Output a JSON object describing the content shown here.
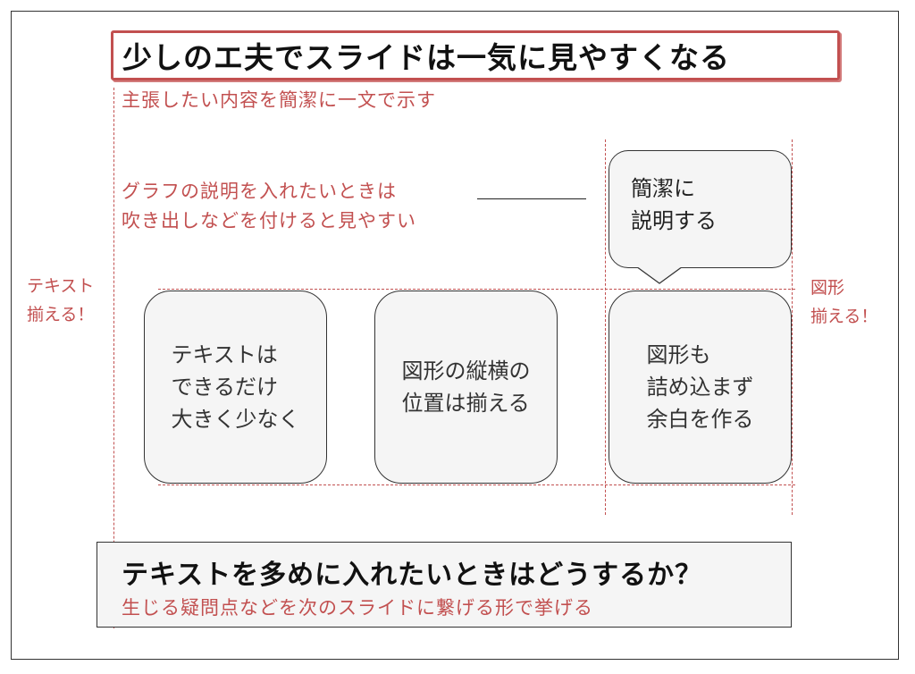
{
  "title": "少しのエ夫でスライドは一気に見やすくなる",
  "subtitle": "主張したい内容を簡潔に一文で示す",
  "graph_note": {
    "line1": "グラフの説明を入れたいときは",
    "line2": "吹き出しなどを付けると見やすい"
  },
  "side_left": {
    "line1": "テキスト",
    "line2": "揃える！"
  },
  "side_right": {
    "line1": "図形",
    "line2": "揃える！"
  },
  "bubble": {
    "line1": "簡潔に",
    "line2": "説明する"
  },
  "cards": [
    {
      "line1": "テキストは",
      "line2": "できるだけ",
      "line3": "大きく少なく"
    },
    {
      "line1": "図形の縦横の",
      "line2": "位置は揃える"
    },
    {
      "line1": "図形も",
      "line2": "詰め込まず",
      "line3": "余白を作る"
    }
  ],
  "bottom": {
    "title": "テキストを多めに入れたいときはどうするか？",
    "subtitle": "生じる疑問点などを次のスライドに繋げる形で挙げる"
  },
  "colors": {
    "accent_red": "#c25050",
    "shape_fill": "#f5f5f5",
    "outline": "#333333"
  }
}
